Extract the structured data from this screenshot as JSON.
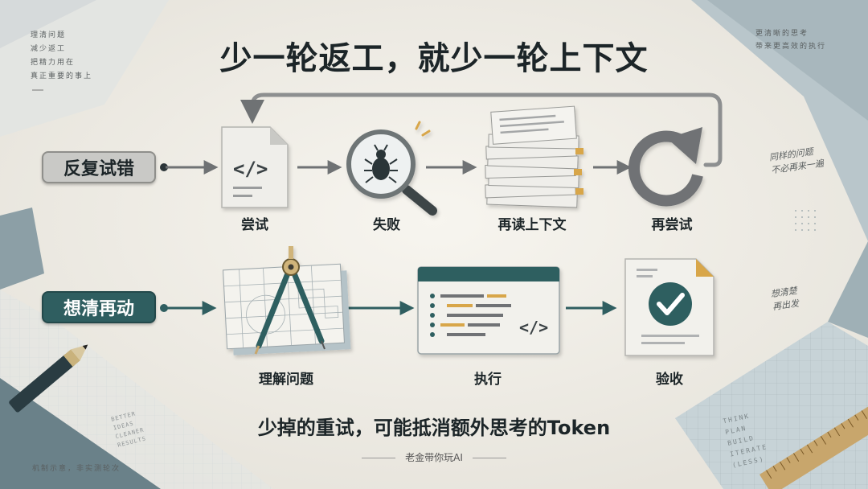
{
  "title": "少一轮返工，就少一轮上下文",
  "rows": {
    "retry": {
      "label": "反复试错",
      "steps": [
        "尝试",
        "失败",
        "再读上下文",
        "再尝试"
      ]
    },
    "think": {
      "label": "想清再动",
      "steps": [
        "理解问题",
        "执行",
        "验收"
      ]
    }
  },
  "subtitle": "少掉的重试，可能抵消额外思考的Token",
  "author": "老金带你玩AI",
  "side_notes": {
    "top_left": [
      "理清问题",
      "减少返工",
      "把精力用在",
      "真正重要的事上"
    ],
    "top_right": [
      "更清晰的思考",
      "带来更高效的执行"
    ],
    "right_1": [
      "同样的问题",
      "不必再来一遍"
    ],
    "right_2": [
      "想清楚",
      "再出发"
    ],
    "bottom_left": "机制示意，非实测轮次",
    "bottom_left_english": [
      "BETTER",
      "IDEAS",
      "CLEANER",
      "RESULTS"
    ],
    "bottom_right_english": [
      "THINK",
      "PLAN",
      "BUILD",
      "ITERATE",
      "(LESS)"
    ]
  },
  "icons": {
    "attempt": "code-file-icon",
    "fail": "bug-magnifier-icon",
    "reread": "document-stack-icon",
    "retry": "refresh-icon",
    "understand": "blueprint-compass-icon",
    "execute": "code-window-icon",
    "accept": "check-document-icon"
  },
  "colors": {
    "background": "#f3f1ea",
    "accent_teal": "#2f5e60",
    "dark_text": "#1c2528",
    "gray_arrow": "#6f7274",
    "retry_pill": "#c9c9c6",
    "highlight_yellow": "#d8a64a"
  }
}
